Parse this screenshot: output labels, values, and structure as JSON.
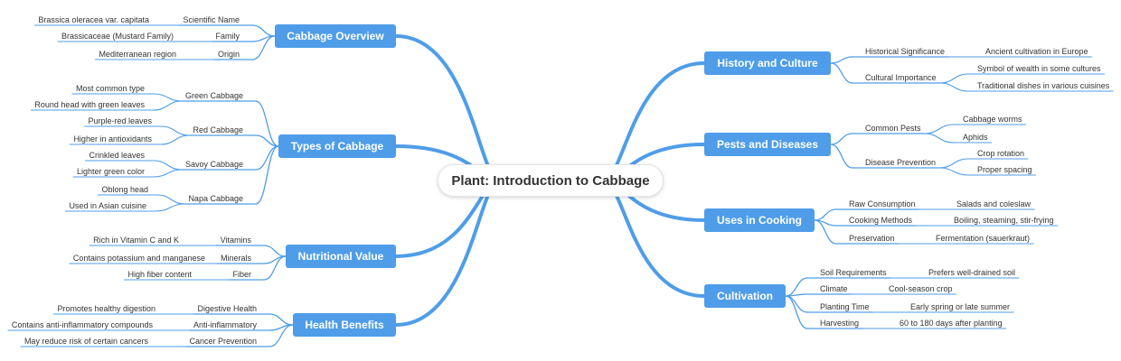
{
  "root": "Plant: Introduction to Cabbage",
  "link_color": "#4f9de8",
  "branch_color": "#4f9de8",
  "left_branches": [
    {
      "id": "overview",
      "title": "Cabbage Overview",
      "topics": [
        {
          "label": "Scientific Name",
          "details": [
            "Brassica oleracea var. capitata"
          ]
        },
        {
          "label": "Family",
          "details": [
            "Brassicaceae (Mustard Family)"
          ]
        },
        {
          "label": "Origin",
          "details": [
            "Mediterranean region"
          ]
        }
      ]
    },
    {
      "id": "types",
      "title": "Types of Cabbage",
      "topics": [
        {
          "label": "Green Cabbage",
          "details": [
            "Most common type",
            "Round head with green leaves"
          ]
        },
        {
          "label": "Red Cabbage",
          "details": [
            "Purple-red leaves",
            "Higher in antioxidants"
          ]
        },
        {
          "label": "Savoy Cabbage",
          "details": [
            "Crinkled leaves",
            "Lighter green color"
          ]
        },
        {
          "label": "Napa Cabbage",
          "details": [
            "Oblong head",
            "Used in Asian cuisine"
          ]
        }
      ]
    },
    {
      "id": "nutrition",
      "title": "Nutritional Value",
      "topics": [
        {
          "label": "Vitamins",
          "details": [
            "Rich in Vitamin C and K"
          ]
        },
        {
          "label": "Minerals",
          "details": [
            "Contains potassium and manganese"
          ]
        },
        {
          "label": "Fiber",
          "details": [
            "High fiber content"
          ]
        }
      ]
    },
    {
      "id": "health",
      "title": "Health Benefits",
      "topics": [
        {
          "label": "Digestive Health",
          "details": [
            "Promotes healthy digestion"
          ]
        },
        {
          "label": "Anti-inflammatory",
          "details": [
            "Contains anti-inflammatory compounds"
          ]
        },
        {
          "label": "Cancer Prevention",
          "details": [
            "May reduce risk of certain cancers"
          ]
        }
      ]
    }
  ],
  "right_branches": [
    {
      "id": "history",
      "title": "History and Culture",
      "topics": [
        {
          "label": "Historical Significance",
          "details": [
            "Ancient cultivation in Europe"
          ]
        },
        {
          "label": "Cultural Importance",
          "details": [
            "Symbol of wealth in some cultures",
            "Traditional dishes in various cuisines"
          ]
        }
      ]
    },
    {
      "id": "pests",
      "title": "Pests and Diseases",
      "topics": [
        {
          "label": "Common Pests",
          "details": [
            "Cabbage worms",
            "Aphids"
          ]
        },
        {
          "label": "Disease Prevention",
          "details": [
            "Crop rotation",
            "Proper spacing"
          ]
        }
      ]
    },
    {
      "id": "cooking",
      "title": "Uses in Cooking",
      "topics": [
        {
          "label": "Raw Consumption",
          "details": [
            "Salads and coleslaw"
          ]
        },
        {
          "label": "Cooking Methods",
          "details": [
            "Boiling, steaming, stir-frying"
          ]
        },
        {
          "label": "Preservation",
          "details": [
            "Fermentation (sauerkraut)"
          ]
        }
      ]
    },
    {
      "id": "cultivation",
      "title": "Cultivation",
      "topics": [
        {
          "label": "Soil Requirements",
          "details": [
            "Prefers well-drained soil"
          ]
        },
        {
          "label": "Climate",
          "details": [
            "Cool-season crop"
          ]
        },
        {
          "label": "Planting Time",
          "details": [
            "Early spring or late summer"
          ]
        },
        {
          "label": "Harvesting",
          "details": [
            "60 to 180 days after planting"
          ]
        }
      ]
    }
  ]
}
